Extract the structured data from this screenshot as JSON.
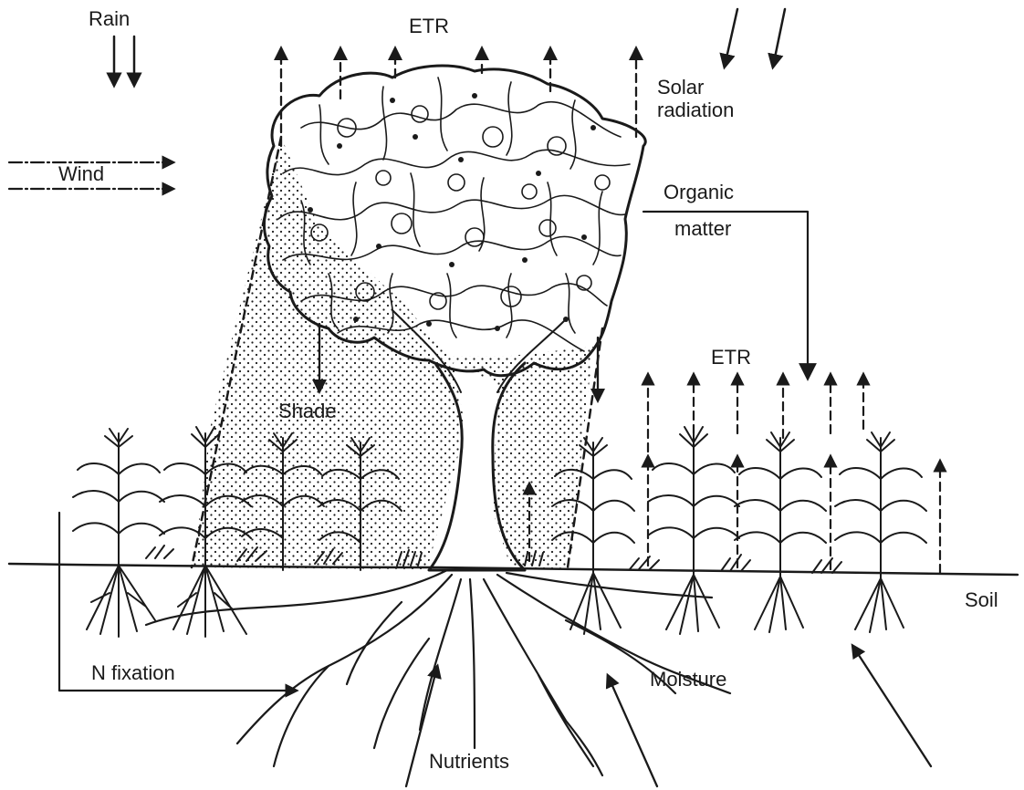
{
  "diagram": {
    "labels": {
      "rain": "Rain",
      "etr_top": "ETR",
      "solar_line1": "Solar",
      "solar_line2": "radiation",
      "wind": "Wind",
      "organic_line1": "Organic",
      "organic_line2": "matter",
      "etr_right": "ETR",
      "shade": "Shade",
      "soil": "Soil",
      "n_fixation": "N fixation",
      "moisture": "Moisture",
      "nutrients": "Nutrients"
    },
    "colors": {
      "ink": "#1a1a1a",
      "background": "#ffffff"
    }
  }
}
